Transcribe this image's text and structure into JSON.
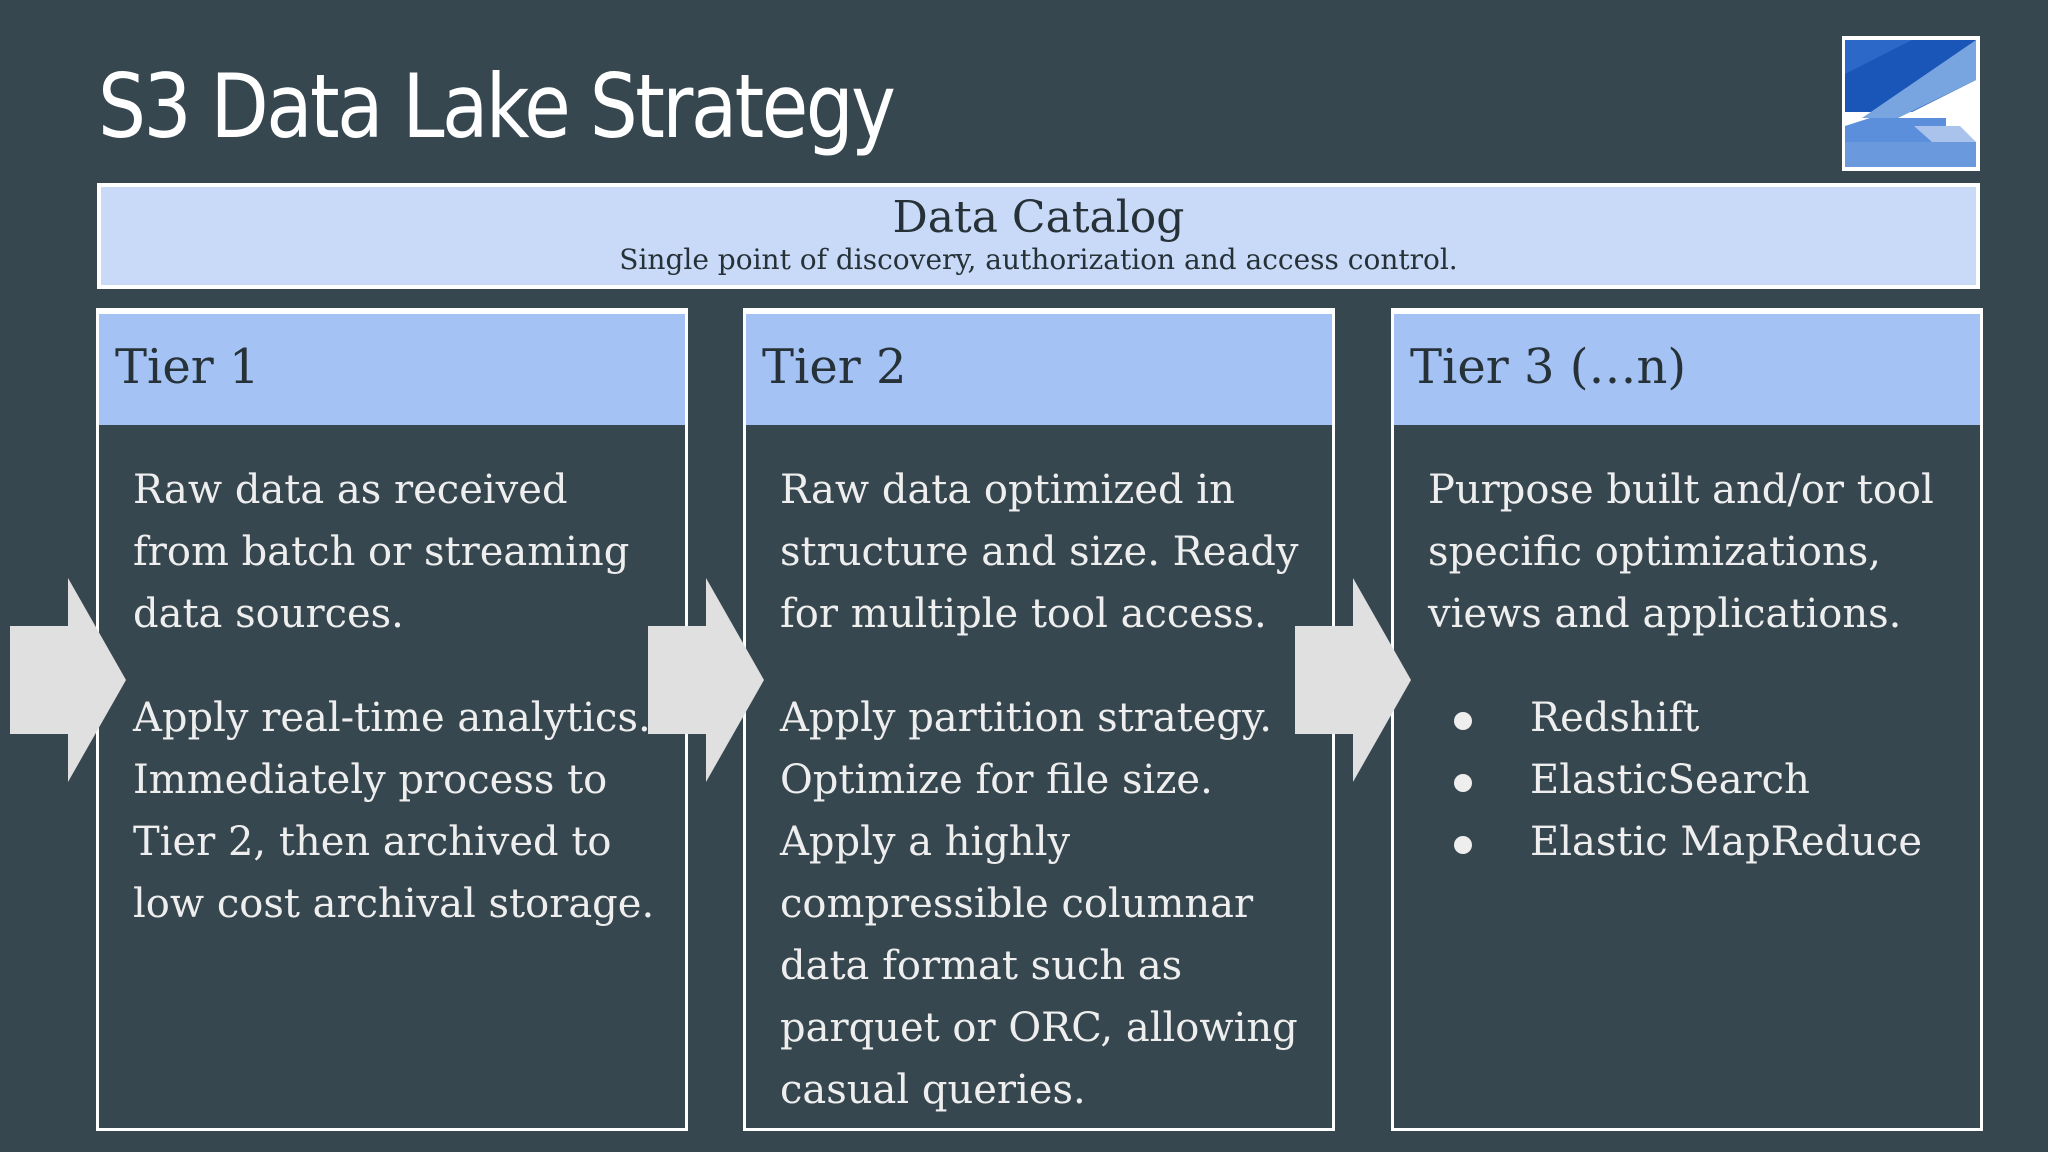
{
  "title": "S3 Data Lake Strategy",
  "catalog": {
    "title": "Data Catalog",
    "subtitle": "Single point of discovery, authorization and access control."
  },
  "tiers": [
    {
      "label": "Tier 1",
      "paragraphs": [
        "Raw data as received from batch or streaming data sources.",
        "Apply real-time analytics. Immediately process to Tier 2, then archived to low cost archival storage."
      ]
    },
    {
      "label": "Tier 2",
      "paragraphs": [
        "Raw data optimized in structure and size. Ready for multiple tool access.",
        "Apply partition strategy. Optimize for file size. Apply a highly compressible columnar data format such as parquet or ORC, allowing casual queries."
      ]
    },
    {
      "label": "Tier 3 (…n)",
      "paragraphs": [
        "Purpose built and/or tool specific optimizations, views and applications."
      ],
      "bullets": [
        "Redshift",
        "ElasticSearch",
        "Elastic MapReduce"
      ]
    }
  ],
  "icons": {
    "logo": "z-logo-icon",
    "flow": "right-arrow-icon"
  },
  "colors": {
    "background": "#37474f",
    "catalog_fill": "#c9daf8",
    "tier_header_fill": "#a4c2f4",
    "arrow_fill": "#e0e0e0",
    "text_light": "#eeeeee",
    "text_dark": "#263238"
  }
}
